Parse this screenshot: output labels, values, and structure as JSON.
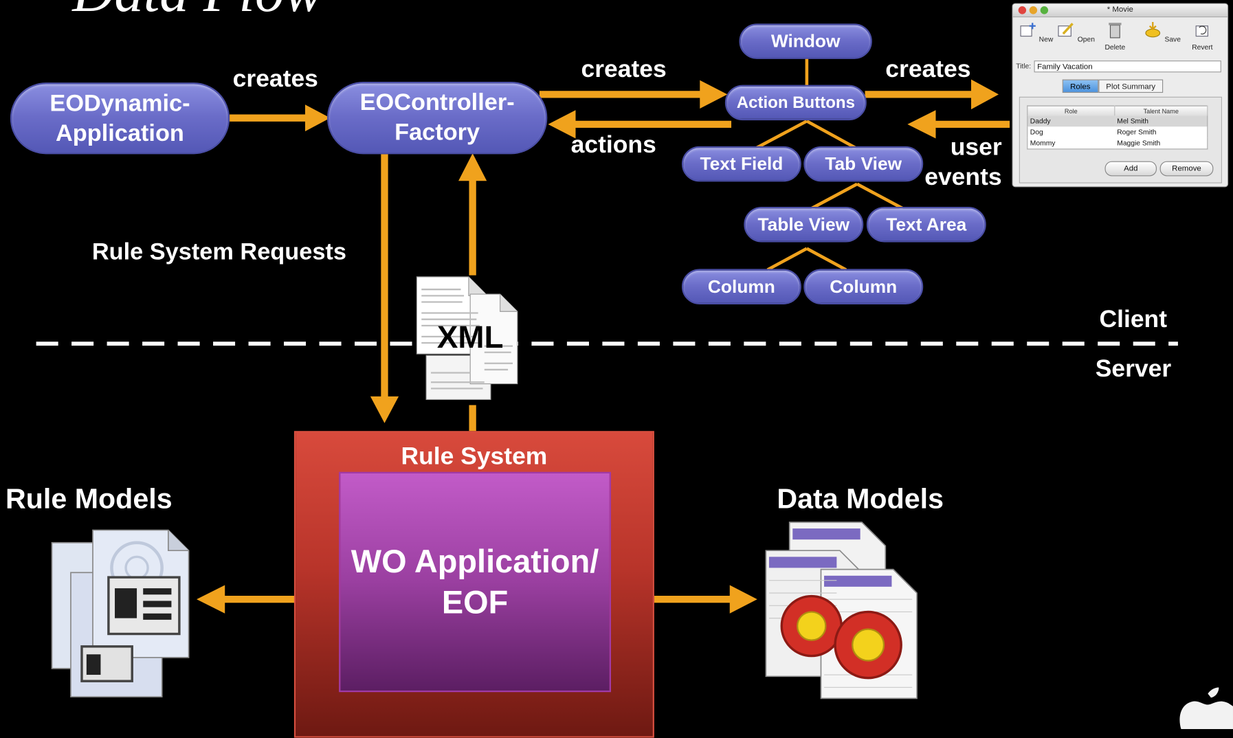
{
  "title_fragment": "Data Flow",
  "nodes": {
    "eodynamic": "EODynamic-\nApplication",
    "eocontroller": "EOController-\nFactory",
    "window": "Window",
    "action_buttons": "Action Buttons",
    "text_field": "Text Field",
    "tab_view": "Tab View",
    "table_view": "Table View",
    "text_area": "Text Area",
    "column_1": "Column",
    "column_2": "Column"
  },
  "edge_labels": {
    "creates_1": "creates",
    "creates_2": "creates",
    "creates_3": "creates",
    "actions": "actions",
    "user_events": "user\nevents",
    "rule_system_requests": "Rule System Requests",
    "xml": "XML"
  },
  "regions": {
    "client": "Client",
    "server": "Server"
  },
  "server_side": {
    "rule_system": "Rule System",
    "wo_application": "WO Application/\nEOF",
    "rule_models": "Rule Models",
    "data_models": "Data Models"
  },
  "movie_window": {
    "title": "* Movie",
    "toolbar": [
      "New",
      "Open",
      "Delete",
      "Save",
      "Revert"
    ],
    "title_label": "Title:",
    "title_value": "Family Vacation",
    "tabs": [
      "Roles",
      "Plot Summary"
    ],
    "columns": [
      "Role",
      "Talent Name"
    ],
    "rows": [
      [
        "Daddy",
        "Mel Smith"
      ],
      [
        "Dog",
        "Roger Smith"
      ],
      [
        "Mommy",
        "Maggie Smith"
      ]
    ],
    "add_button": "Add",
    "remove_button": "Remove"
  },
  "colors": {
    "arrow": "#f0a21d",
    "node_fill": "#6a6cc8",
    "rule_box": "#c8392c",
    "inner_box": "#a540b0"
  }
}
